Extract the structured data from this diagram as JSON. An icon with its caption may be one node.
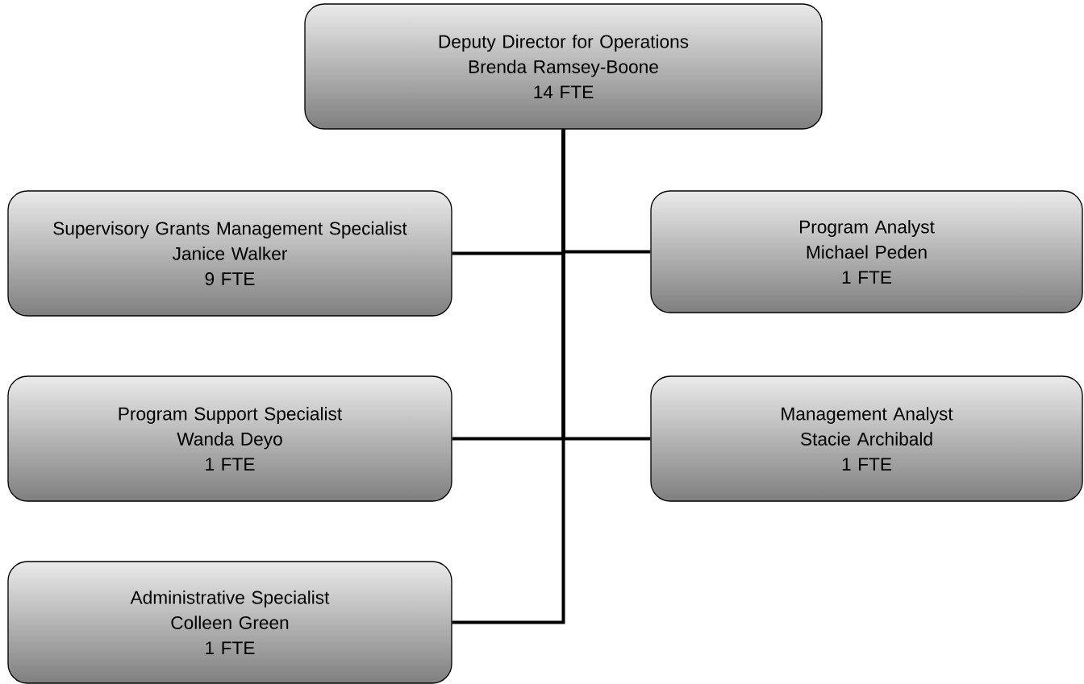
{
  "diagram": {
    "nodes": [
      {
        "text": [
          "Deputy Director for Operations",
          "Brenda Ramsey-Boone",
          "14 FTE"
        ]
      },
      {
        "text": [
          "Supervisory Grants Management Specialist",
          "Janice Walker",
          "9 FTE"
        ]
      },
      {
        "text": [
          "Program Analyst",
          "Michael Peden",
          "1 FTE"
        ]
      },
      {
        "text": [
          "Program Support Specialist",
          "Wanda Deyo",
          "1 FTE"
        ]
      },
      {
        "text": [
          "Management Analyst",
          "Stacie Archibald",
          "1 FTE"
        ]
      },
      {
        "text": [
          "Administrative Specialist",
          "Colleen Green",
          "1 FTE"
        ]
      }
    ],
    "edges": [
      {
        "from": 0,
        "to": 1,
        "arrow": "none"
      },
      {
        "from": 0,
        "to": 2,
        "arrow": "none"
      },
      {
        "from": 0,
        "to": 3,
        "arrow": "none"
      },
      {
        "from": 0,
        "to": 4,
        "arrow": "none"
      },
      {
        "from": 0,
        "to": 5,
        "arrow": "none"
      }
    ]
  }
}
